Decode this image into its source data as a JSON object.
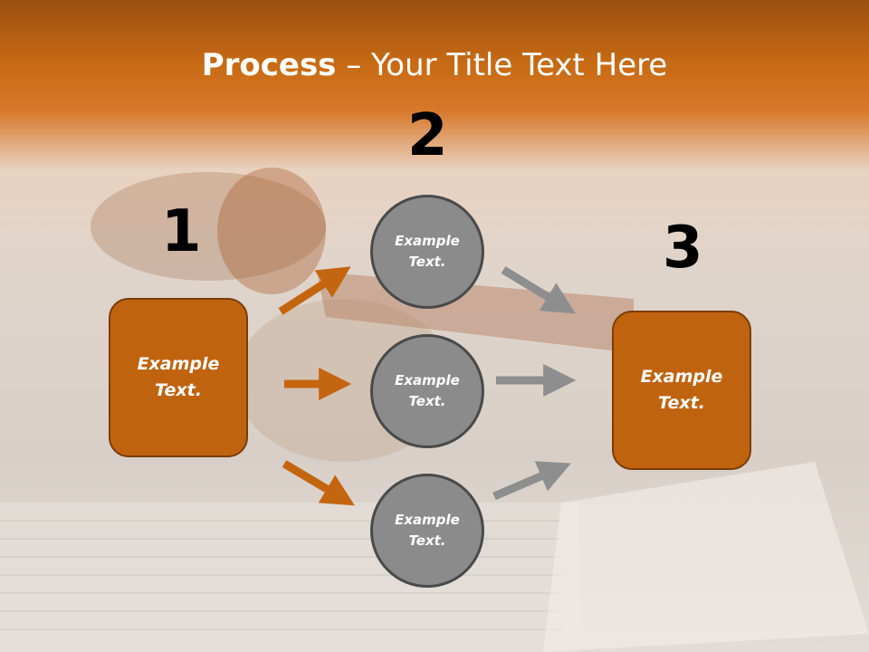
{
  "title": {
    "bold": "Process",
    "rest": " – Your Title Text Here"
  },
  "steps": {
    "n1": "1",
    "n2": "2",
    "n3": "3"
  },
  "left_box": {
    "line1": "Example",
    "line2": "Text."
  },
  "right_box": {
    "line1": "Example",
    "line2": "Text."
  },
  "circles": [
    {
      "line1": "Example",
      "line2": "Text."
    },
    {
      "line1": "Example",
      "line2": "Text."
    },
    {
      "line1": "Example",
      "line2": "Text."
    }
  ],
  "colors": {
    "orange": "#c0630f",
    "gray": "#8b8b8b",
    "arrow_gray": "#8e8e8e",
    "arrow_orange": "#c4650f"
  }
}
